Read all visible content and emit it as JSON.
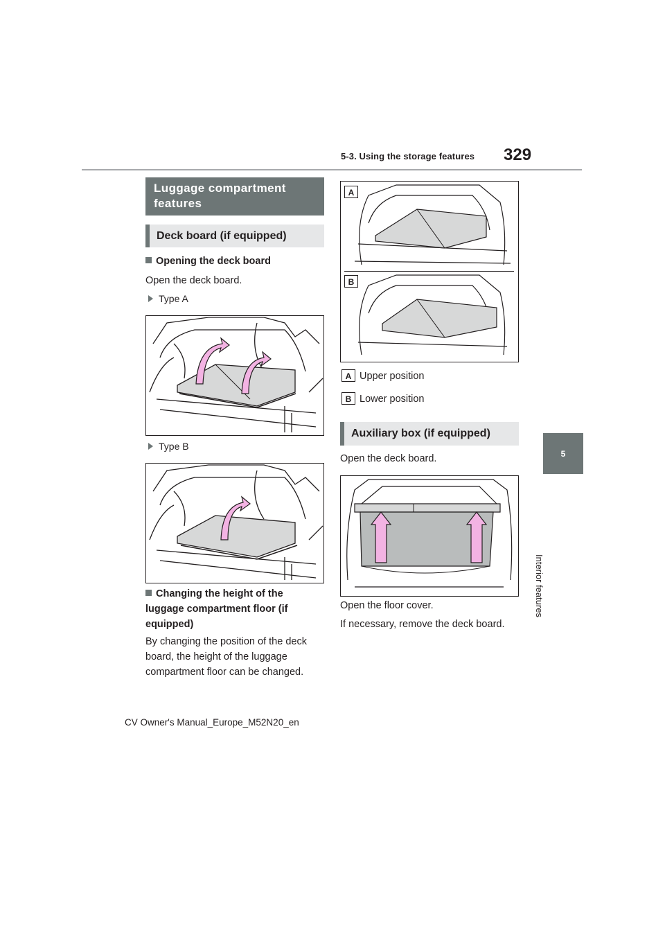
{
  "header": {
    "chapter_title": "5-3. Using the storage features",
    "page_number": "329"
  },
  "side_tab": {
    "number": "5",
    "label": "Interior features"
  },
  "section_title": "Luggage compartment features",
  "deck_board": {
    "heading": "Deck board (if equipped)",
    "opening_heading": "Opening the deck board",
    "opening_text": "Open the deck board.",
    "type_a": "Type A",
    "type_b": "Type B",
    "changing_heading": "Changing the height of the luggage compartment floor (if equipped)",
    "changing_text": "By changing the position of the deck board, the height of the luggage compartment floor can be changed."
  },
  "positions": {
    "label_a": "A",
    "label_b": "B",
    "upper": "Upper position",
    "lower": "Lower position"
  },
  "auxiliary": {
    "heading": "Auxiliary box (if equipped)",
    "text1": "Open the deck board.",
    "text2": "Open the floor cover.",
    "text3": "If necessary, remove the deck board."
  },
  "footer": "CV Owner's Manual_Europe_M52N20_en",
  "colors": {
    "accent": "#6d7676",
    "subhead_bg": "#e6e7e8",
    "arrow_fill": "#f3b3e3",
    "board_fill": "#d7d8d8"
  }
}
